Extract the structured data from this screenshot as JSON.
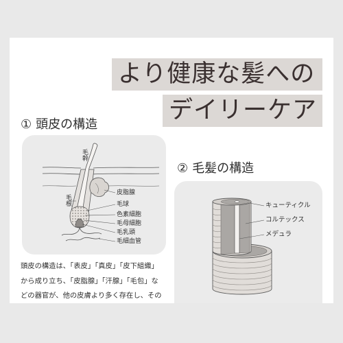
{
  "title": {
    "line1": "より健康な髪への",
    "line2": "デイリーケア"
  },
  "section1": {
    "heading_number": "①",
    "heading_text": "頭皮の構造",
    "diagram_labels": {
      "hair_shaft": "毛幹",
      "hair_root": "毛根",
      "sebaceous_gland": "皮脂腺",
      "hair_bulb": "毛球",
      "pigment_cells": "色素細胞",
      "matrix_cells": "毛母細胞",
      "dermal_papilla": "毛乳頭",
      "capillaries": "毛細血管"
    },
    "body_lines": [
      "頭皮の構造は、「表皮」「真皮」「皮下組織」",
      "から成り立ち、「皮脂腺」「汗腺」「毛包」な",
      "どの器官が、他の皮膚より多く存在し、その"
    ]
  },
  "section2": {
    "heading_number": "②",
    "heading_text": "毛髪の構造",
    "diagram_labels": {
      "cuticle": "キューティクル",
      "cortex": "コルテックス",
      "medulla": "メデュラ"
    }
  },
  "colors": {
    "page_background": "#e9e9e9",
    "card_background": "#ffffff",
    "title_box": "#dcd8d5",
    "title_text": "#3a3030",
    "panel_background": "#ebebeb",
    "text": "#333333",
    "line": "#555555"
  }
}
